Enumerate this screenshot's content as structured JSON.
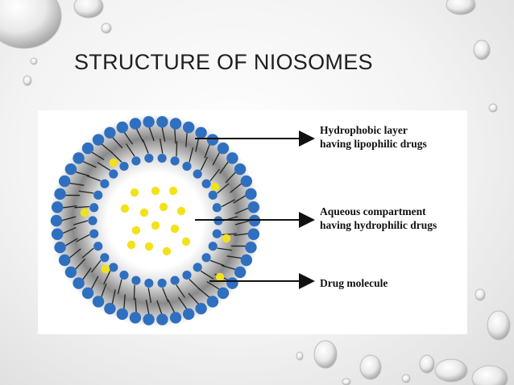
{
  "slide": {
    "title": "STRUCTURE OF NIOSOMES"
  },
  "diagram": {
    "labels": {
      "hydrophobic_line1": "Hydrophobic layer",
      "hydrophobic_line2": "having lipophilic drugs",
      "aqueous_line1": "Aqueous compartment",
      "aqueous_line2": "having hydrophilic drugs",
      "drug": "Drug molecule"
    },
    "colors": {
      "head_group": "#2f6fc0",
      "drug": "#f2e21b",
      "tail": "#222222",
      "arrow": "#111111"
    }
  }
}
